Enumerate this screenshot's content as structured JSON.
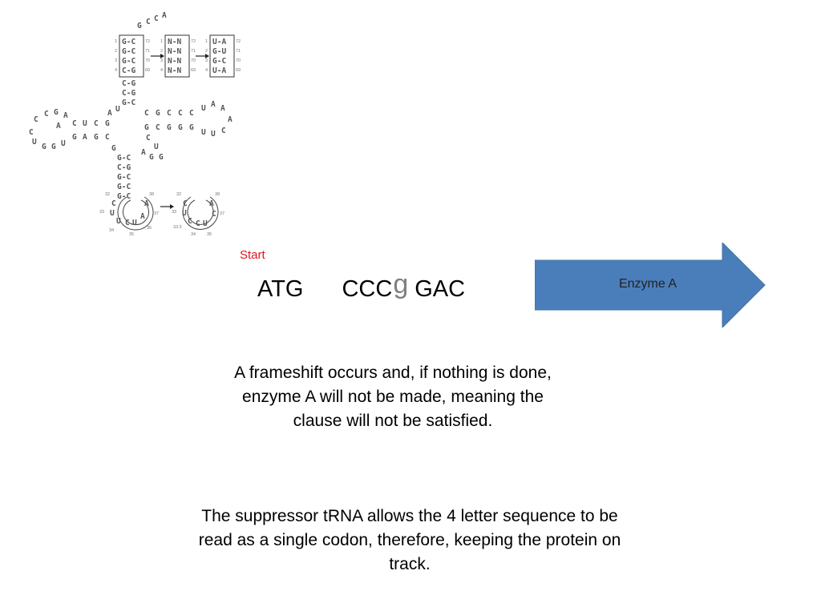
{
  "diagram": {
    "acceptor_top": [
      "G",
      "C",
      "C",
      "A"
    ],
    "acceptor_stem_boxes": [
      {
        "rows": [
          "G-C",
          "G-C",
          "G-C",
          "C-G"
        ],
        "left_numbers": [
          "1",
          "2",
          "3",
          "4"
        ],
        "right_numbers": [
          "72",
          "71",
          "70",
          "69"
        ]
      },
      {
        "rows": [
          "N-N",
          "N-N",
          "N-N",
          "N-N"
        ],
        "left_numbers": [
          "1",
          "2",
          "3",
          "4"
        ],
        "right_numbers": [
          "72",
          "71",
          "70",
          "69"
        ]
      },
      {
        "rows": [
          "U-A",
          "G-U",
          "G-C",
          "U-A"
        ],
        "left_numbers": [
          "1",
          "2",
          "3",
          "4"
        ],
        "right_numbers": [
          "72",
          "71",
          "70",
          "69"
        ]
      }
    ],
    "acceptor_stem_lower": [
      "C-G",
      "C-G",
      "G-C"
    ],
    "d_arm_loop": [
      "C",
      "C",
      "G",
      "A",
      "C",
      "U",
      "G",
      "G",
      "U",
      "A"
    ],
    "d_arm_top": [
      "C",
      "U",
      "C",
      "G"
    ],
    "d_arm_bottom": [
      "G",
      "A",
      "G",
      "C"
    ],
    "center_bases": [
      "A",
      "U",
      "G"
    ],
    "t_arm_top": [
      "C",
      "G",
      "C",
      "C",
      "C"
    ],
    "t_arm_bottom": [
      "G",
      "C",
      "G",
      "G",
      "G"
    ],
    "t_loop": [
      "U",
      "A",
      "A",
      "A",
      "C",
      "U",
      "U"
    ],
    "variable_loop": [
      "C",
      "U",
      "G",
      "A",
      "G"
    ],
    "anticodon_stem": [
      "G-C",
      "C-G",
      "G-C",
      "G-C",
      "G-C"
    ],
    "anticodon_loop_left": {
      "bases": [
        "C",
        "A",
        "U",
        "U",
        "C",
        "U",
        "A"
      ],
      "numbers": [
        "32",
        "33",
        "34",
        "35",
        "36",
        "37",
        "38"
      ]
    },
    "anticodon_loop_right": {
      "bases": [
        "C",
        "A",
        "U",
        "C",
        "C",
        "U",
        "C"
      ],
      "numbers": [
        "32",
        "33",
        "33.5",
        "34",
        "35",
        "37",
        "38"
      ]
    }
  },
  "start_label": "Start",
  "codons": {
    "c1": "ATG",
    "c2": "CCC",
    "insert": "g",
    "c3": "GAC"
  },
  "arrow": {
    "label": "Enzyme A",
    "color": "#4a7ebb"
  },
  "paragraphs": {
    "p1": "A frameshift occurs and, if nothing is done, enzyme A will not be made, meaning the clause will not be satisfied.",
    "p2": "The suppressor tRNA allows the 4 letter sequence to be read as a single codon, therefore, keeping the protein on track."
  }
}
